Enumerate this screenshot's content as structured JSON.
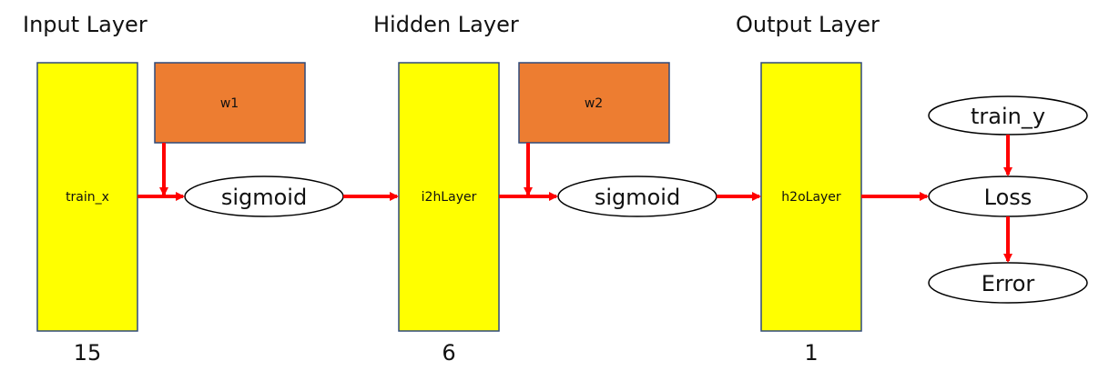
{
  "colors": {
    "layer_fill": "#FFFF00",
    "layer_stroke": "#2F4A7A",
    "weight_fill": "#ED7D31",
    "weight_stroke": "#2F4A7A",
    "arrow": "#FF0000",
    "ellipse_stroke": "#000000"
  },
  "headings": {
    "input": "Input Layer",
    "hidden": "Hidden Layer",
    "output": "Output Layer"
  },
  "layers": {
    "input": {
      "label": "train_x",
      "units": "15"
    },
    "hidden": {
      "label": "i2hLayer",
      "units": "6"
    },
    "output": {
      "label": "h2oLayer",
      "units": "1"
    }
  },
  "weights": {
    "w1": "w1",
    "w2": "w2"
  },
  "activations": {
    "first": "sigmoid",
    "second": "sigmoid"
  },
  "loss_nodes": {
    "target": "train_y",
    "loss": "Loss",
    "error": "Error"
  }
}
